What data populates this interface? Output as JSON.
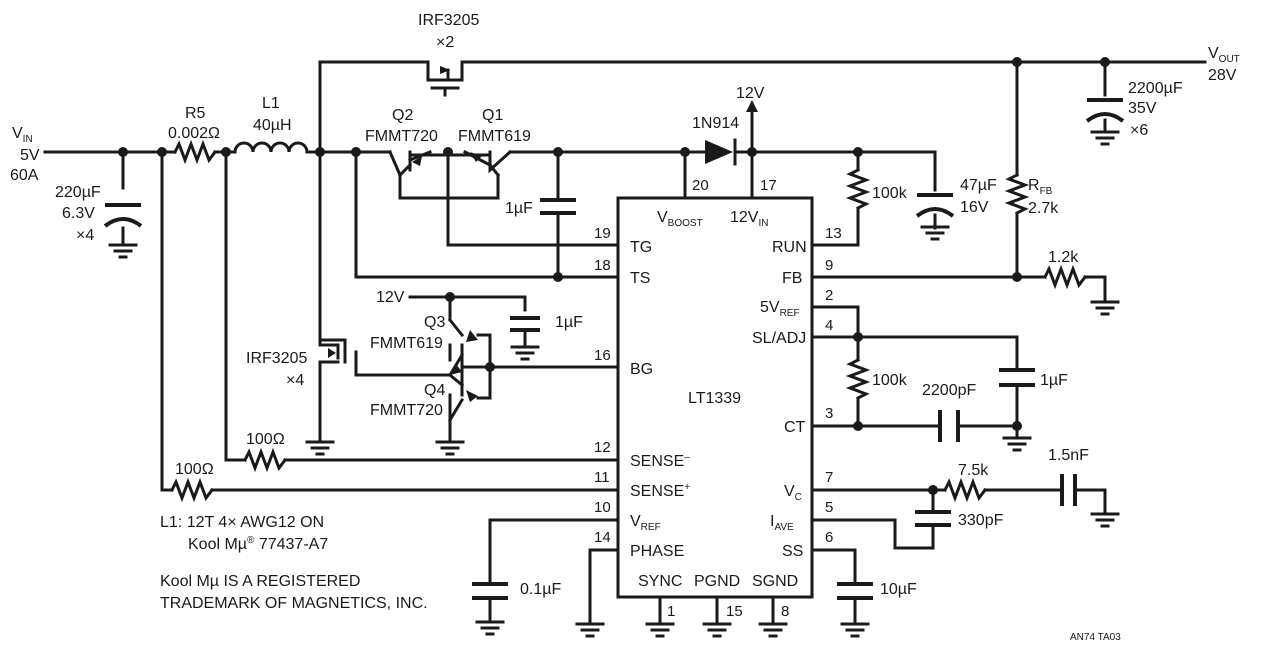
{
  "vin": {
    "name": "V",
    "sub": "IN",
    "volts": "5V",
    "amps": "60A"
  },
  "vout": {
    "name": "V",
    "sub": "OUT",
    "volts": "28V"
  },
  "r5": {
    "ref": "R5",
    "value": "0.002Ω"
  },
  "l1": {
    "ref": "L1",
    "value": "40µH"
  },
  "q_top": {
    "part": "IRF3205",
    "mult": "×2"
  },
  "q_bot": {
    "part": "IRF3205",
    "mult": "×4"
  },
  "q1": {
    "ref": "Q1",
    "part": "FMMT619"
  },
  "q2": {
    "ref": "Q2",
    "part": "FMMT720"
  },
  "q3": {
    "ref": "Q3",
    "part": "FMMT619"
  },
  "q4": {
    "ref": "Q4",
    "part": "FMMT720"
  },
  "d1": {
    "part": "1N914"
  },
  "rail_12v": "12V",
  "rail_12v_b": "12V",
  "c_in": {
    "value": "220µF",
    "voltage": "6.3V",
    "mult": "×4"
  },
  "c_out": {
    "value": "2200µF",
    "voltage": "35V",
    "mult": "×6"
  },
  "c_47": {
    "value": "47µF",
    "voltage": "16V"
  },
  "c_boot": "1µF",
  "c_bg": "1µF",
  "c_ref": "0.1µF",
  "c_ct": "2200pF",
  "c_sl": "1µF",
  "c_vc1": "330pF",
  "c_vc2": "1.5nF",
  "c_ss": "10µF",
  "r_run": "100k",
  "r_sl": "100k",
  "r_fb": {
    "name": "R",
    "sub": "FB",
    "value": "2.7k"
  },
  "r_fb2": "1.2k",
  "r_vc": "7.5k",
  "r_sense_neg": "100Ω",
  "r_sense_pos": "100Ω",
  "ic": {
    "name": "LT1339"
  },
  "pins": {
    "vboost": {
      "num": "20",
      "name": "V",
      "sub": "BOOST"
    },
    "v12in": {
      "num": "17",
      "name": "12V",
      "sub": "IN"
    },
    "tg": {
      "num": "19",
      "name": "TG"
    },
    "ts": {
      "num": "18",
      "name": "TS"
    },
    "bg": {
      "num": "16",
      "name": "BG"
    },
    "sense_neg": {
      "num": "12",
      "name": "SENSE",
      "sup": "–"
    },
    "sense_pos": {
      "num": "11",
      "name": "SENSE",
      "sup": "+"
    },
    "vref": {
      "num": "10",
      "name": "V",
      "sub": "REF"
    },
    "phase": {
      "num": "14",
      "name": "PHASE"
    },
    "run": {
      "num": "13",
      "name": "RUN"
    },
    "fb": {
      "num": "9",
      "name": "FB"
    },
    "v5ref": {
      "num": "2",
      "name": "5V",
      "sub": "REF"
    },
    "sladj": {
      "num": "4",
      "name": "SL/ADJ"
    },
    "ct": {
      "num": "3",
      "name": "CT"
    },
    "vc": {
      "num": "7",
      "name": "V",
      "sub": "C"
    },
    "iave": {
      "num": "5",
      "name": "I",
      "sub": "AVE"
    },
    "ss": {
      "num": "6",
      "name": "SS"
    },
    "sync": {
      "num": "1",
      "name": "SYNC"
    },
    "pgnd": {
      "num": "15",
      "name": "PGND"
    },
    "sgnd": {
      "num": "8",
      "name": "SGND"
    }
  },
  "notes": {
    "l1_line1": "L1: 12T 4× AWG12 ON",
    "l1_line2": "Kool Mµ",
    "l1_reg": "®",
    "l1_line2b": " 77437-A7",
    "tm_line1": "Kool Mµ IS A REGISTERED",
    "tm_line2": "TRADEMARK OF MAGNETICS, INC."
  },
  "figure_id": "AN74 TA03"
}
